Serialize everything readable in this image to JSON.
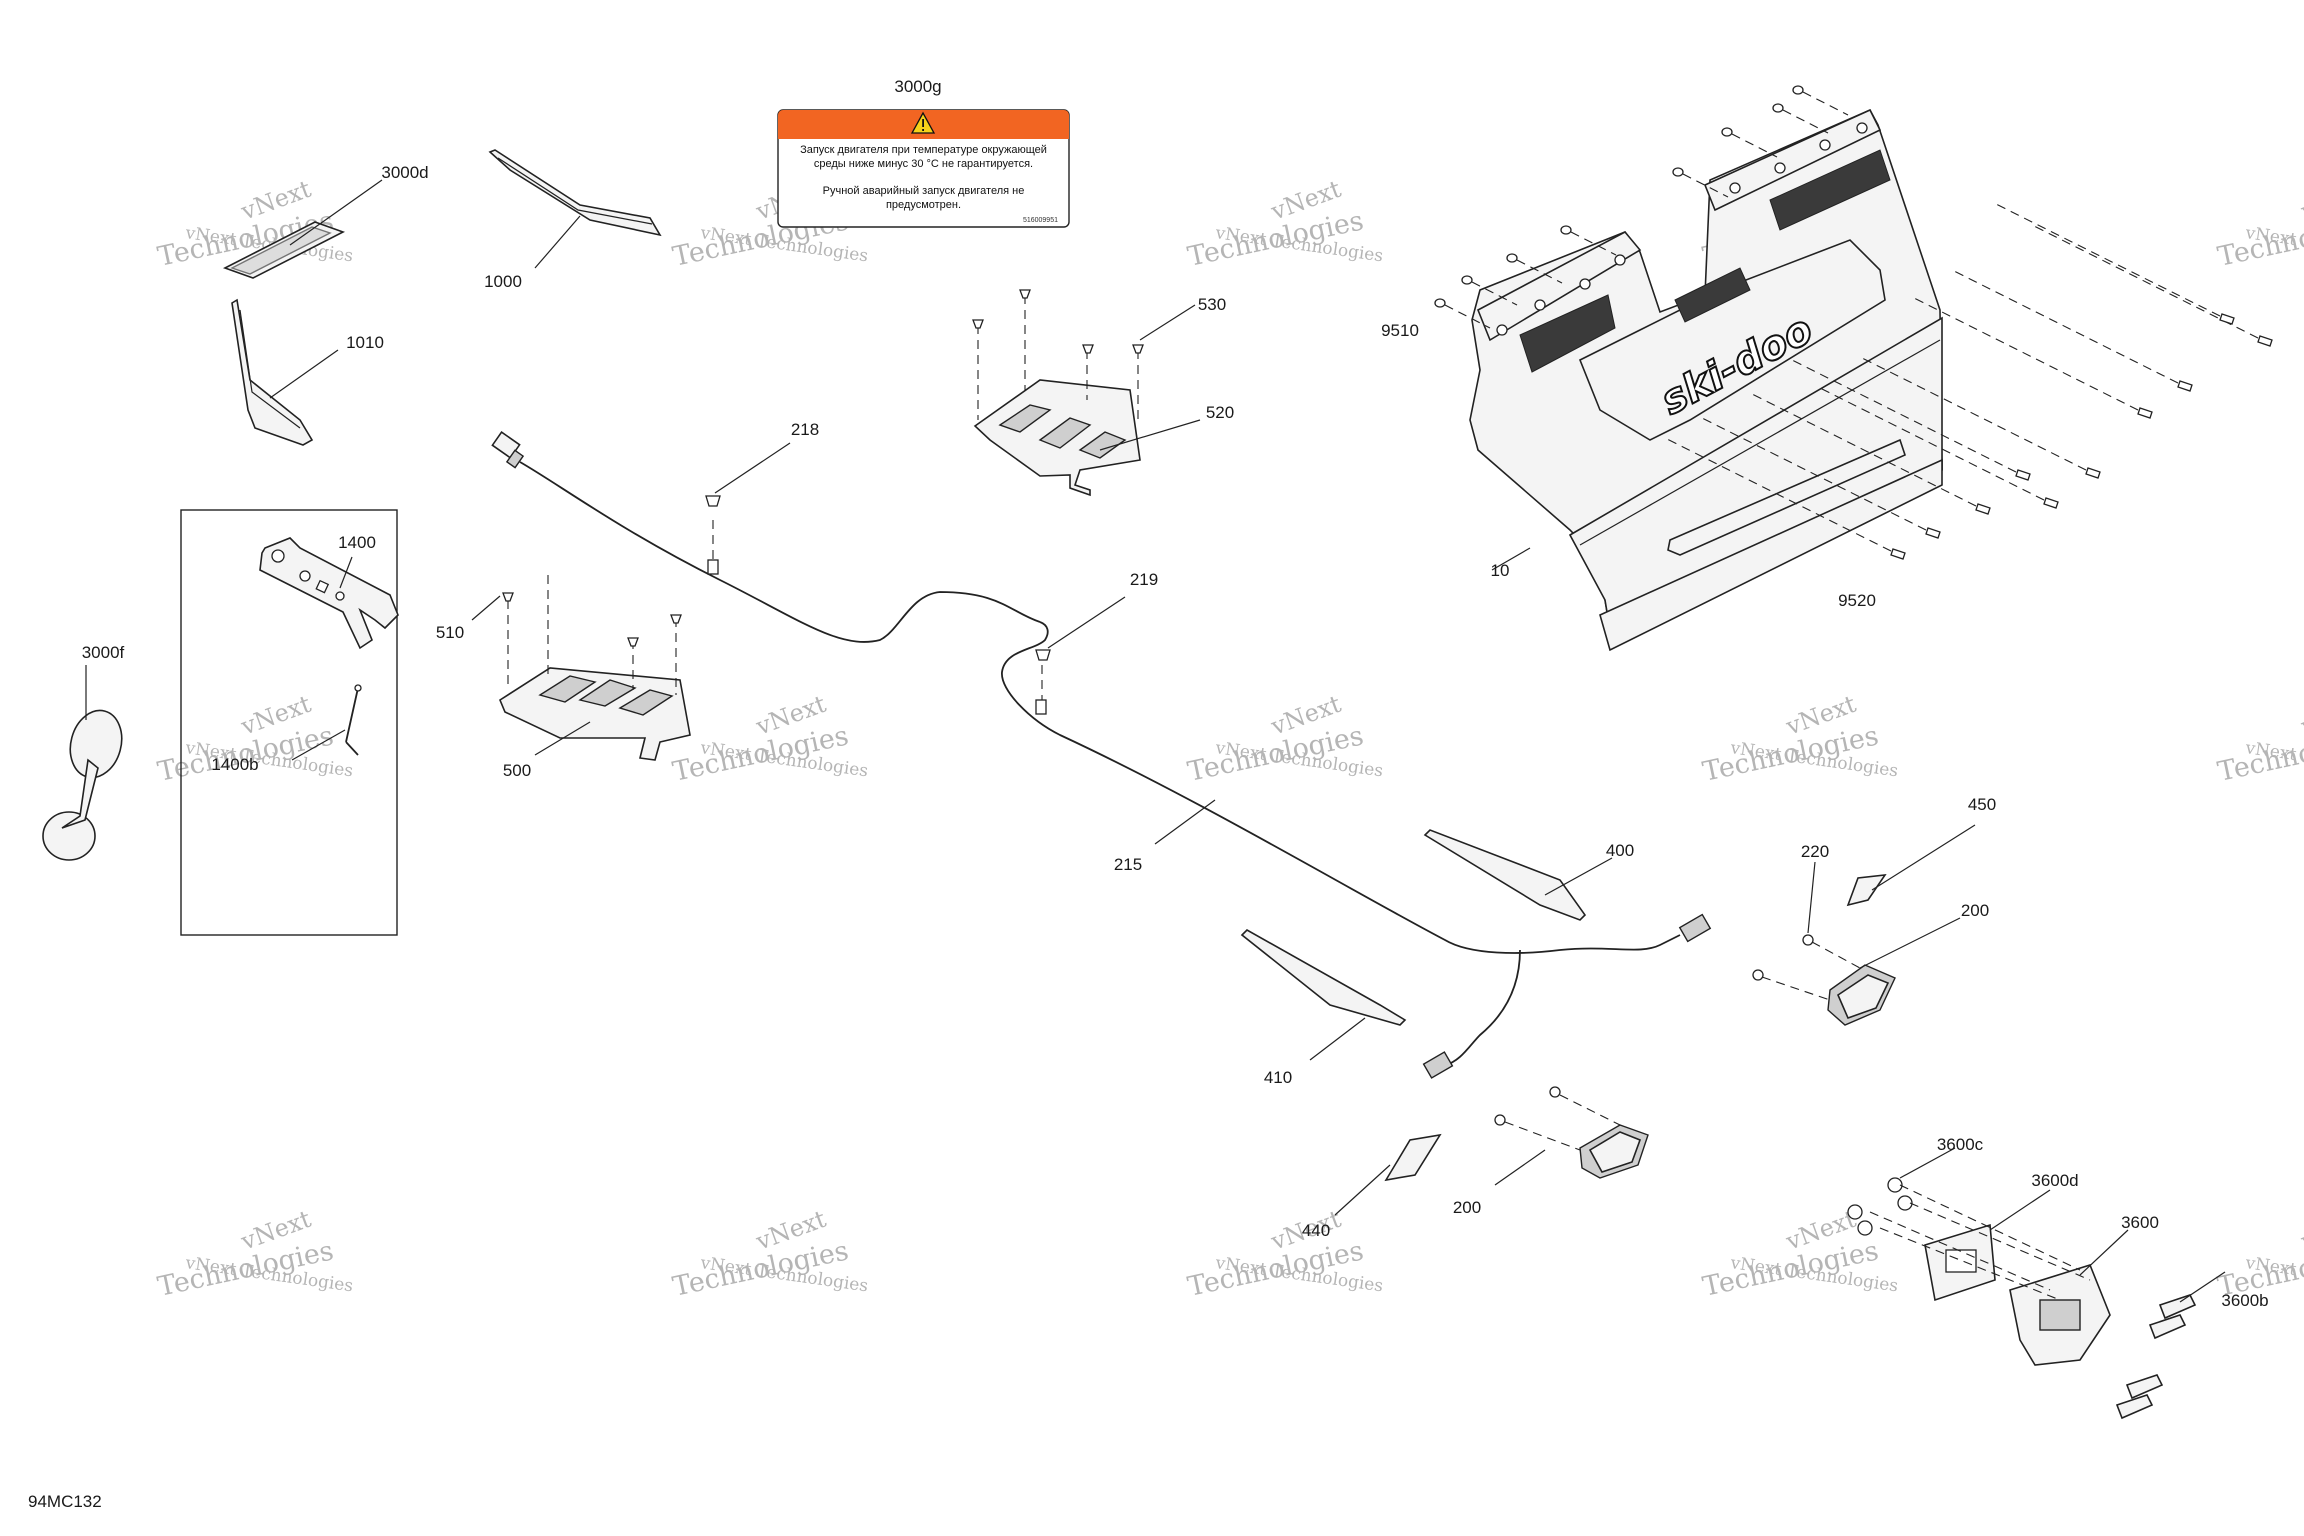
{
  "diagram_code": "94MC132",
  "watermark": {
    "line1": "vNext",
    "line2": "vNext Technologies",
    "line3": "Technologies"
  },
  "label_3000g": {
    "line1": "Запуск двигателя при температуре окружающей",
    "line2": "среды ниже минус 30 °С не гарантируется.",
    "line3": "Ручной аварийный запуск двигателя не",
    "line4": "предусмотрен.",
    "code": "516009951",
    "header_color": "#f26522"
  },
  "brand_text": "ski-doo",
  "callouts": [
    {
      "id": "3000g",
      "text": "3000g"
    },
    {
      "id": "3000d",
      "text": "3000d"
    },
    {
      "id": "1000",
      "text": "1000"
    },
    {
      "id": "1010",
      "text": "1010"
    },
    {
      "id": "1400",
      "text": "1400"
    },
    {
      "id": "1400b",
      "text": "1400b"
    },
    {
      "id": "3000f",
      "text": "3000f"
    },
    {
      "id": "530",
      "text": "530"
    },
    {
      "id": "520",
      "text": "520"
    },
    {
      "id": "218",
      "text": "218"
    },
    {
      "id": "510",
      "text": "510"
    },
    {
      "id": "500",
      "text": "500"
    },
    {
      "id": "219",
      "text": "219"
    },
    {
      "id": "215",
      "text": "215"
    },
    {
      "id": "9510",
      "text": "9510"
    },
    {
      "id": "10",
      "text": "10"
    },
    {
      "id": "9520",
      "text": "9520"
    },
    {
      "id": "400",
      "text": "400"
    },
    {
      "id": "410",
      "text": "410"
    },
    {
      "id": "450",
      "text": "450"
    },
    {
      "id": "220",
      "text": "220"
    },
    {
      "id": "200a",
      "text": "200"
    },
    {
      "id": "200b",
      "text": "200"
    },
    {
      "id": "440",
      "text": "440"
    },
    {
      "id": "3600c",
      "text": "3600c"
    },
    {
      "id": "3600d",
      "text": "3600d"
    },
    {
      "id": "3600",
      "text": "3600"
    },
    {
      "id": "3600b",
      "text": "3600b"
    }
  ]
}
